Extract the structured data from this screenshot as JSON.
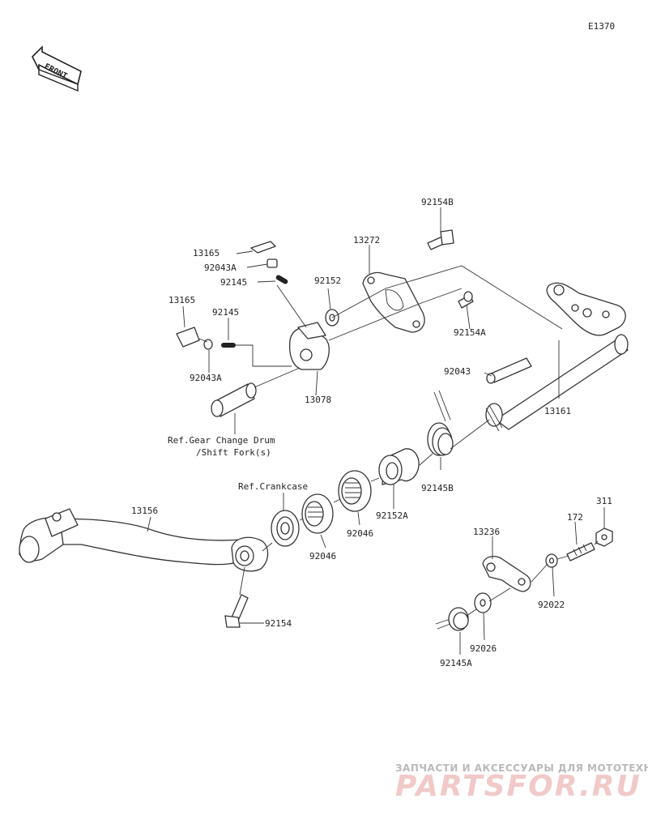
{
  "diagram_code": "E1370",
  "front_label": "FRONT",
  "labels": {
    "p13165_top": "13165",
    "p92043A_top": "92043A",
    "p92145_top": "92145",
    "p92152": "92152",
    "p13272": "13272",
    "p92154B": "92154B",
    "p92154A": "92154A",
    "p13165_left": "13165",
    "p92145_left": "92145",
    "p92043A_left": "92043A",
    "p13078": "13078",
    "ref_drum_1": "Ref.Gear Change Drum",
    "ref_drum_2": "/Shift Fork(s)",
    "p92043": "92043",
    "p13161": "13161",
    "p92145B": "92145B",
    "p92152A": "92152A",
    "p92046_a": "92046",
    "p92046_b": "92046",
    "ref_crankcase": "Ref.Crankcase",
    "p13156": "13156",
    "p92154": "92154",
    "p13236": "13236",
    "p172": "172",
    "p311": "311",
    "p92022": "92022",
    "p92026": "92026",
    "p92145A": "92145A"
  },
  "watermark": {
    "line1": "ЗАПЧАСТИ И АКСЕССУАРЫ ДЛЯ МОТОТЕХНИКИ",
    "line2": "PARTSFOR.RU"
  }
}
